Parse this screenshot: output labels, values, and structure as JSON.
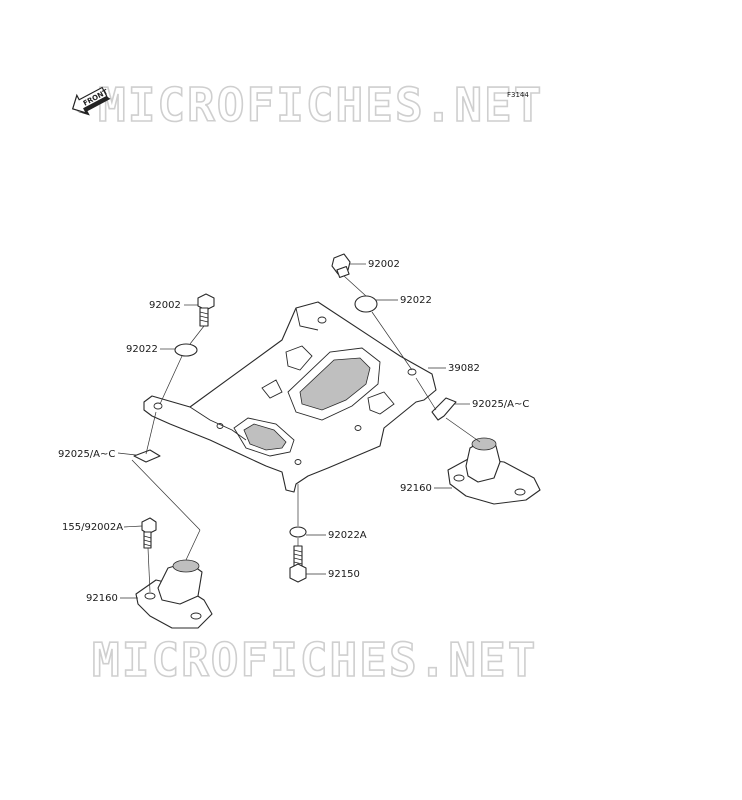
{
  "diagram_code": "F3144",
  "front_badge": "FRONT",
  "watermark": "MICROFICHES.NET",
  "callouts": [
    {
      "id": "c-92002-top",
      "text": "92002"
    },
    {
      "id": "c-92002-left",
      "text": "92002"
    },
    {
      "id": "c-92022-top",
      "text": "92022"
    },
    {
      "id": "c-92022-left",
      "text": "92022"
    },
    {
      "id": "c-39082",
      "text": "39082"
    },
    {
      "id": "c-92025-right",
      "text": "92025/A~C"
    },
    {
      "id": "c-92025-left",
      "text": "92025/A~C"
    },
    {
      "id": "c-92160-right",
      "text": "92160"
    },
    {
      "id": "c-155",
      "text": "155/92002A"
    },
    {
      "id": "c-92022a",
      "text": "92022A"
    },
    {
      "id": "c-92150",
      "text": "92150"
    },
    {
      "id": "c-92160-left",
      "text": "92160"
    }
  ]
}
